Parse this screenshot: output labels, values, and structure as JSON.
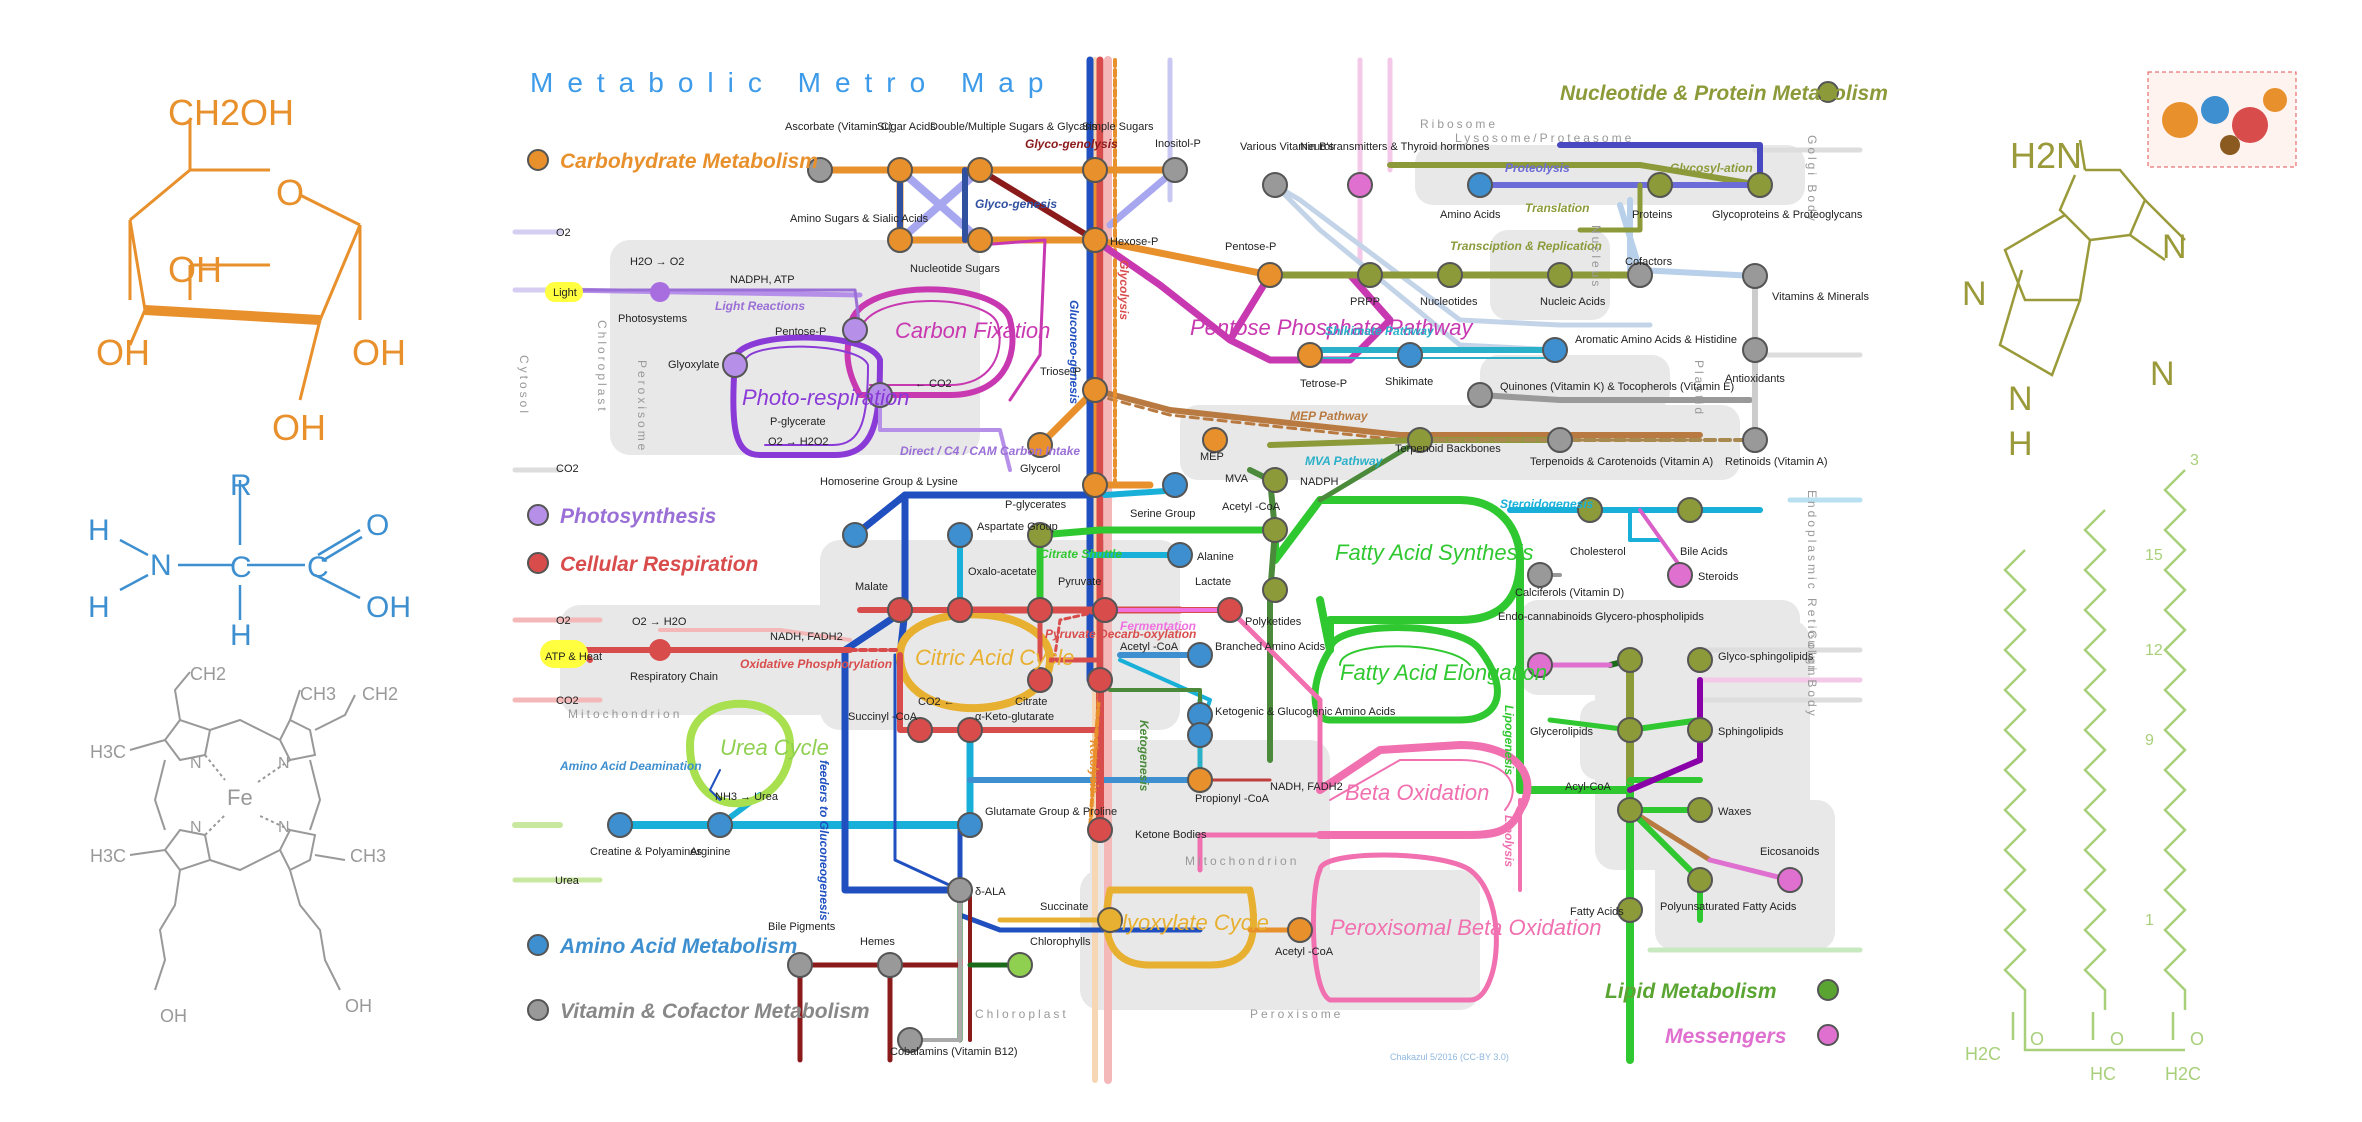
{
  "title": "Metabolic Metro Map",
  "credit": "Chakazul 5/2016 (CC-BY 3.0)",
  "legend": {
    "carbohydrate": "Carbohydrate Metabolism",
    "photosynthesis": "Photosynthesis",
    "cellular_respiration": "Cellular Respiration",
    "amino_acid": "Amino Acid Metabolism",
    "vitamin": "Vitamin & Cofactor Metabolism",
    "nucleotide": "Nucleotide & Protein Metabolism",
    "lipid": "Lipid Metabolism",
    "messengers": "Messengers"
  },
  "colors": {
    "carbohydrate": "#e8902c",
    "photosynthesis": "#9a6fd6",
    "cellular_respiration": "#d94c4c",
    "amino_acid": "#3d8fcf",
    "vitamin": "#8a8a8a",
    "nucleotide": "#8c9a3a",
    "lipid": "#5aa532",
    "messengers": "#e070d0"
  },
  "cycles": {
    "carbon_fixation": "Carbon Fixation",
    "photorespiration": "Photo-respiration",
    "pentose_phosphate": "Pentose Phosphate Pathway",
    "citric_acid": "Citric Acid Cycle",
    "urea": "Urea Cycle",
    "fatty_acid_synthesis": "Fatty Acid Synthesis",
    "fatty_acid_elongation": "Fatty Acid Elongation",
    "beta_oxidation": "Beta Oxidation",
    "peroxisomal_beta": "Peroxisomal Beta Oxidation",
    "glyoxylate": "Glyoxylate Cycle"
  },
  "pathways": {
    "glycogenolysis": "Glyco-genolysis",
    "glycogenesis": "Glyco-genesis",
    "gluconeogenesis": "Gluconeo-genesis",
    "glycolysis": "Glycolysis",
    "light_reactions": "Light Reactions",
    "direct_c4": "Direct / C4 / CAM Carbon Intake",
    "proteolysis": "Proteolysis",
    "glycosylation": "Glycosyl-ation",
    "translation": "Translation",
    "transcription": "Transciption & Replication",
    "shikimate_pathway": "Shikimate Pathway",
    "mep_pathway": "MEP Pathway",
    "mva_pathway": "MVA Pathway",
    "steroidogenesis": "Steroidogenesis",
    "citrate_shuttle": "Citrate Shuttle",
    "pyruvate_decarb": "Pyruvate Decarb-oxylation",
    "fermentation": "Fermentation",
    "oxidative_phos": "Oxidative Phosphorylation",
    "amino_acid_deamination": "Amino Acid Deamination",
    "feeders": "feeders to Gluconeogenesis",
    "ketolysis": "Ketolysis",
    "ketogenesis": "Ketogenesis",
    "lipogenesis": "Lipogenesis",
    "lipolysis": "Lipolysis"
  },
  "zones": {
    "cytosol": "Cytosol",
    "chloroplast": "Chloroplast",
    "peroxisome": "Peroxisome",
    "mitochondrion": "Mitochondrion",
    "mitochondrion2": "Mitochondrion",
    "chloroplast2": "Chloroplast",
    "peroxisome2": "Peroxisome",
    "ribosome": "Ribosome",
    "lysosome": "Lysosome/Proteasome",
    "golgi": "Golgi Body",
    "nucleus": "Nucleus",
    "plastid": "Plastid",
    "er": "Endoplasmic Reticulum",
    "golgi2": "Golgi Body"
  },
  "stations": {
    "ascorbate": "Ascorbate (Vitamin C)",
    "sugar_acids": "Sugar Acids",
    "double_multiple": "Double/Multiple Sugars & Glycans",
    "simple_sugars": "Simple Sugars",
    "inositol_p": "Inositol-P",
    "amino_sugars": "Amino Sugars & Sialic Acids",
    "nucleotide_sugars": "Nucleotide Sugars",
    "hexose_p": "Hexose-P",
    "pentose_p": "Pentose-P",
    "pentose_p2": "Pentose-P",
    "various_vitamins": "Various Vitamin B's",
    "neurotransmitters": "Neurotransmitters & Thyroid hormones",
    "amino_acids": "Amino Acids",
    "proteins": "Proteins",
    "glycoproteins": "Glycoproteins & Proteoglycans",
    "prpp": "PRPP",
    "nucleotides": "Nucleotides",
    "nucleic_acids": "Nucleic Acids",
    "cofactors": "Cofactors",
    "vitamins_minerals": "Vitamins & Minerals",
    "shikimate": "Shikimate",
    "aromatic": "Aromatic Amino Acids & Histidine",
    "antioxidants": "Antioxidants",
    "quinones": "Quinones (Vitamin K) & Tocopherols (Vitamin E)",
    "tetrose_p": "Tetrose-P",
    "triose_p": "Triose-P",
    "glycerol": "Glycerol",
    "p_glycerate": "P-glycerate",
    "glyoxylate": "Glyoxylate",
    "photosystems": "Photosystems",
    "light": "Light",
    "h2o_o2": "H2O → O2",
    "nadph_atp": "NADPH, ATP",
    "o2": "O2",
    "co2": "CO2",
    "co2_arrow": "← CO2",
    "o2_h2o2": "O2 → H2O2",
    "mep": "MEP",
    "terpenoid_backbones": "Terpenoid Backbones",
    "terpenoids": "Terpenoids & Carotenoids (Vitamin A)",
    "retinoids": "Retinoids (Vitamin A)",
    "mva": "MVA",
    "nadph": "NADPH",
    "acetyl_coa": "Acetyl -CoA",
    "cholesterol": "Cholesterol",
    "bile_acids": "Bile Acids",
    "calciferols": "Calciferols (Vitamin D)",
    "steroids": "Steroids",
    "homoserine": "Homoserine Group & Lysine",
    "p_glycerates": "P-glycerates",
    "serine": "Serine Group",
    "aspartate": "Aspartate Group",
    "alanine": "Alanine",
    "lactate": "Lactate",
    "pyruvate": "Pyruvate",
    "oxaloacetate": "Oxalo-acetate",
    "malate": "Malate",
    "polyketides": "Polyketides",
    "acetyl_coa2": "Acetyl -CoA",
    "branched": "Branched Amino Acids",
    "citrate": "Citrate",
    "succinyl": "Succinyl -CoA",
    "akg": "α-Keto-glutarate",
    "co2_2": "CO2 ←",
    "ketogenic": "Ketogenic & Glucogenic Amino Acids",
    "propionyl": "Propionyl -CoA",
    "ketone_bodies": "Ketone Bodies",
    "nadh_fadh2": "NADH, FADH2",
    "nadh_fadh2_b": "NADH, FADH2",
    "o2_h2o": "O2 → H2O",
    "atp_heat": "ATP & Heat",
    "respiratory_chain": "Respiratory Chain",
    "o2_b": "O2",
    "co2_b": "CO2",
    "nh3_urea": "NH3 → Urea",
    "creatine": "Creatine & Polyamines",
    "arginine": "Arginine",
    "urea": "Urea",
    "glutamate": "Glutamate Group & Proline",
    "d_ala": "δ-ALA",
    "succinate": "Succinate",
    "acetyl_coa3": "Acetyl -CoA",
    "bile_pigments": "Bile Pigments",
    "hemes": "Hemes",
    "chlorophylls": "Chlorophylls",
    "cobalamins": "Cobalamins (Vitamin B12)",
    "endocannabinoids": "Endo-cannabinoids",
    "glycerophospholipids": "Glycero-phospholipids",
    "glycosphingolipids": "Glyco-sphingolipids",
    "glycerolipids": "Glycerolipids",
    "sphingolipids": "Sphingolipids",
    "acyl_coa": "Acyl-CoA",
    "waxes": "Waxes",
    "eicosanoids": "Eicosanoids",
    "fatty_acids": "Fatty Acids",
    "pufa": "Polyunsaturated Fatty Acids"
  },
  "chem": {
    "glucose_ch2oh": "CH2OH",
    "glucose_o": "O",
    "glucose_oh": "OH",
    "aa_r": "R",
    "aa_h": "H",
    "aa_n": "N",
    "aa_c": "C",
    "aa_o": "O",
    "aa_oh": "OH",
    "heme_fe": "Fe",
    "heme_ch2": "CH2",
    "heme_ch3": "CH3",
    "heme_h3c": "H3C",
    "heme_oh": "OH",
    "heme_n": "N",
    "adenine_nh2": "H2N",
    "adenine_n": "N",
    "adenine_h": "H",
    "lipid_h2c": "H2C",
    "lipid_hc": "HC",
    "lipid_o": "O",
    "lipid_3": "3",
    "lipid_15": "15",
    "lipid_12": "12",
    "lipid_9": "9",
    "lipid_1": "1"
  }
}
